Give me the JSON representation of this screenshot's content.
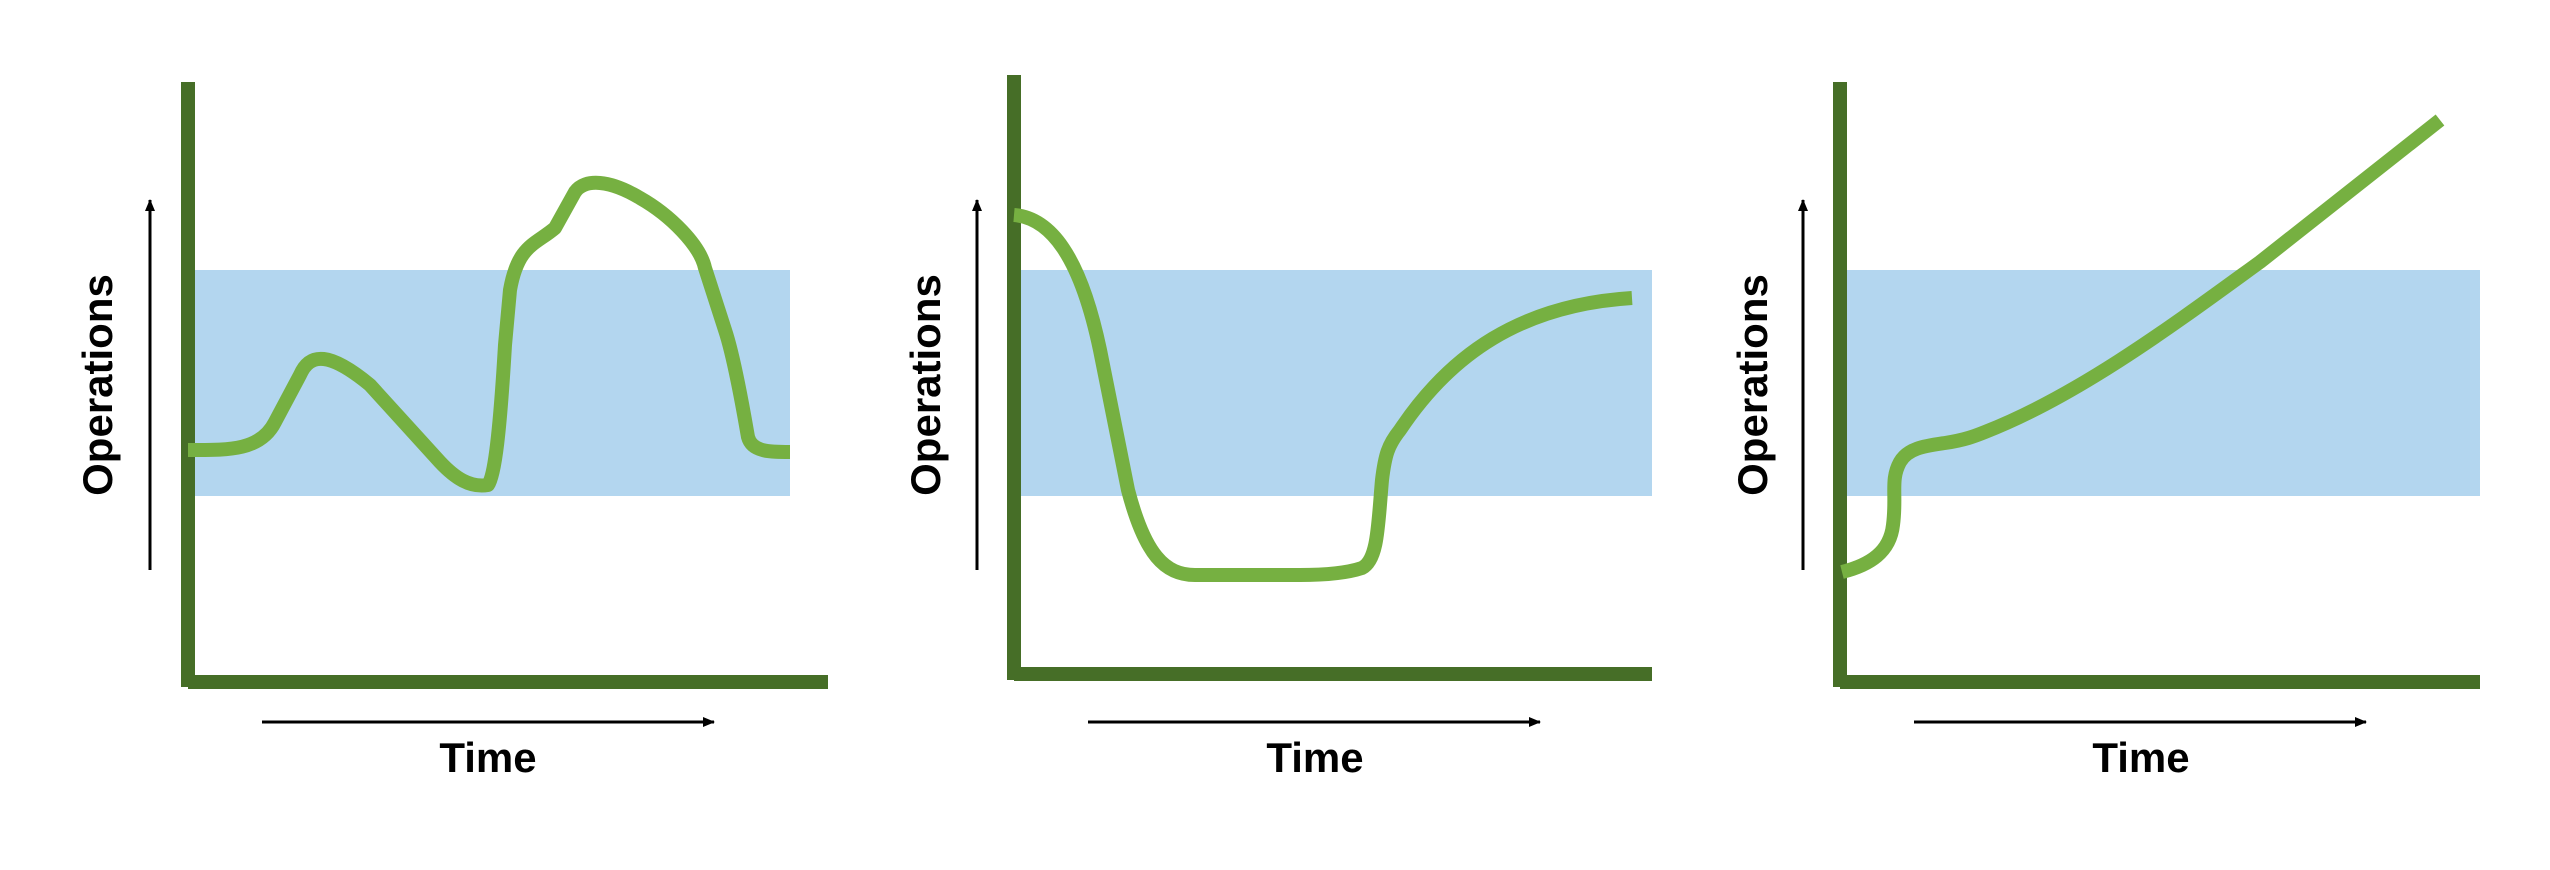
{
  "colors": {
    "axis": "#466e27",
    "curve": "#76b041",
    "band": "#b3d6ef",
    "arrow": "#000000",
    "background": "#ffffff"
  },
  "panels": [
    {
      "y_label": "Operations",
      "x_label": "Time"
    },
    {
      "y_label": "Operations",
      "x_label": "Time"
    },
    {
      "y_label": "Operations",
      "x_label": "Time"
    }
  ]
}
